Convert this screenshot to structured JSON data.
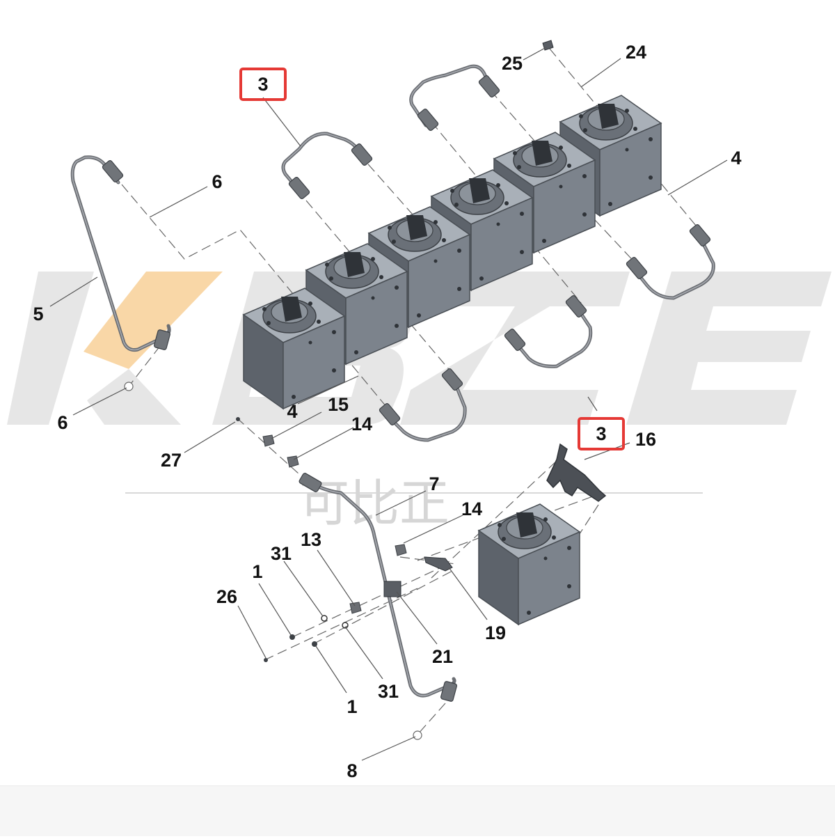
{
  "watermark": {
    "letters": "KBZE",
    "chinese": "可比正",
    "letter_color": "#e6e6e6",
    "accent_color": "#f7c98a"
  },
  "callouts": [
    {
      "id": "3a",
      "text": "3",
      "highlighted": true
    },
    {
      "id": "3b",
      "text": "3",
      "highlighted": true
    },
    {
      "id": "25",
      "text": "25"
    },
    {
      "id": "24",
      "text": "24"
    },
    {
      "id": "4a",
      "text": "4"
    },
    {
      "id": "6a",
      "text": "6"
    },
    {
      "id": "5",
      "text": "5"
    },
    {
      "id": "6b",
      "text": "6"
    },
    {
      "id": "4b",
      "text": "4"
    },
    {
      "id": "15",
      "text": "15"
    },
    {
      "id": "14a",
      "text": "14"
    },
    {
      "id": "27",
      "text": "27"
    },
    {
      "id": "16",
      "text": "16"
    },
    {
      "id": "7",
      "text": "7"
    },
    {
      "id": "14b",
      "text": "14"
    },
    {
      "id": "13",
      "text": "13"
    },
    {
      "id": "31a",
      "text": "31"
    },
    {
      "id": "1a",
      "text": "1"
    },
    {
      "id": "26",
      "text": "26"
    },
    {
      "id": "19",
      "text": "19"
    },
    {
      "id": "21",
      "text": "21"
    },
    {
      "id": "31b",
      "text": "31"
    },
    {
      "id": "1b",
      "text": "1"
    },
    {
      "id": "8",
      "text": "8"
    }
  ],
  "colors": {
    "highlight": "#e53935",
    "part_body": "#7c838c",
    "part_top": "#a9b0b8",
    "part_side": "#5d636b",
    "pipe": "#6b6e73"
  }
}
